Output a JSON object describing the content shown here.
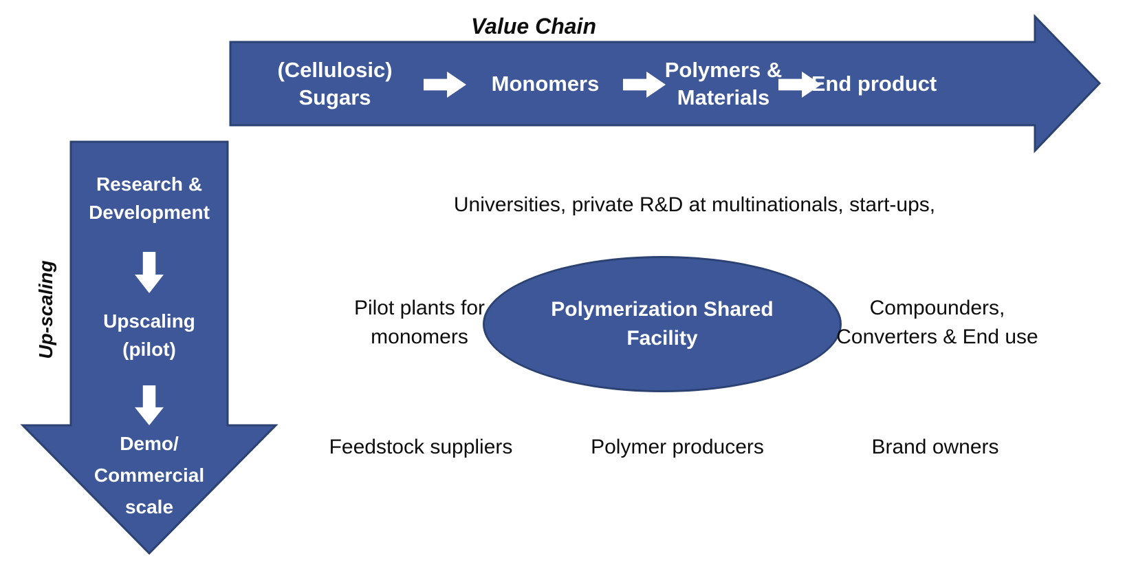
{
  "colors": {
    "arrow_fill": "#3E5798",
    "arrow_border": "#2C4273",
    "text_dark": "#0D0D0D",
    "text_light": "#FFFFFF",
    "background": "#FFFFFF"
  },
  "value_chain": {
    "title": "Value Chain",
    "stages": [
      {
        "label": "(Cellulosic)\nSugars"
      },
      {
        "label": "Monomers"
      },
      {
        "label": "Polymers &\nMaterials"
      },
      {
        "label": "End product"
      }
    ]
  },
  "upscaling": {
    "axis_label": "Up-scaling",
    "stages": [
      {
        "label": "Research &\nDevelopment"
      },
      {
        "label": "Upscaling\n(pilot)"
      },
      {
        "label": "Demo/\nCommercial\nscale"
      }
    ]
  },
  "actors": {
    "research_row": {
      "center": "Universities, private R&D at multinationals, start-ups,"
    },
    "pilot_row": {
      "left": "Pilot plants for\nmonomers",
      "center": "Polymerization Shared\nFacility",
      "right": "Compounders,\nConverters & End use"
    },
    "commercial_row": {
      "left": "Feedstock suppliers",
      "center": "Polymer producers",
      "right": "Brand owners"
    }
  }
}
